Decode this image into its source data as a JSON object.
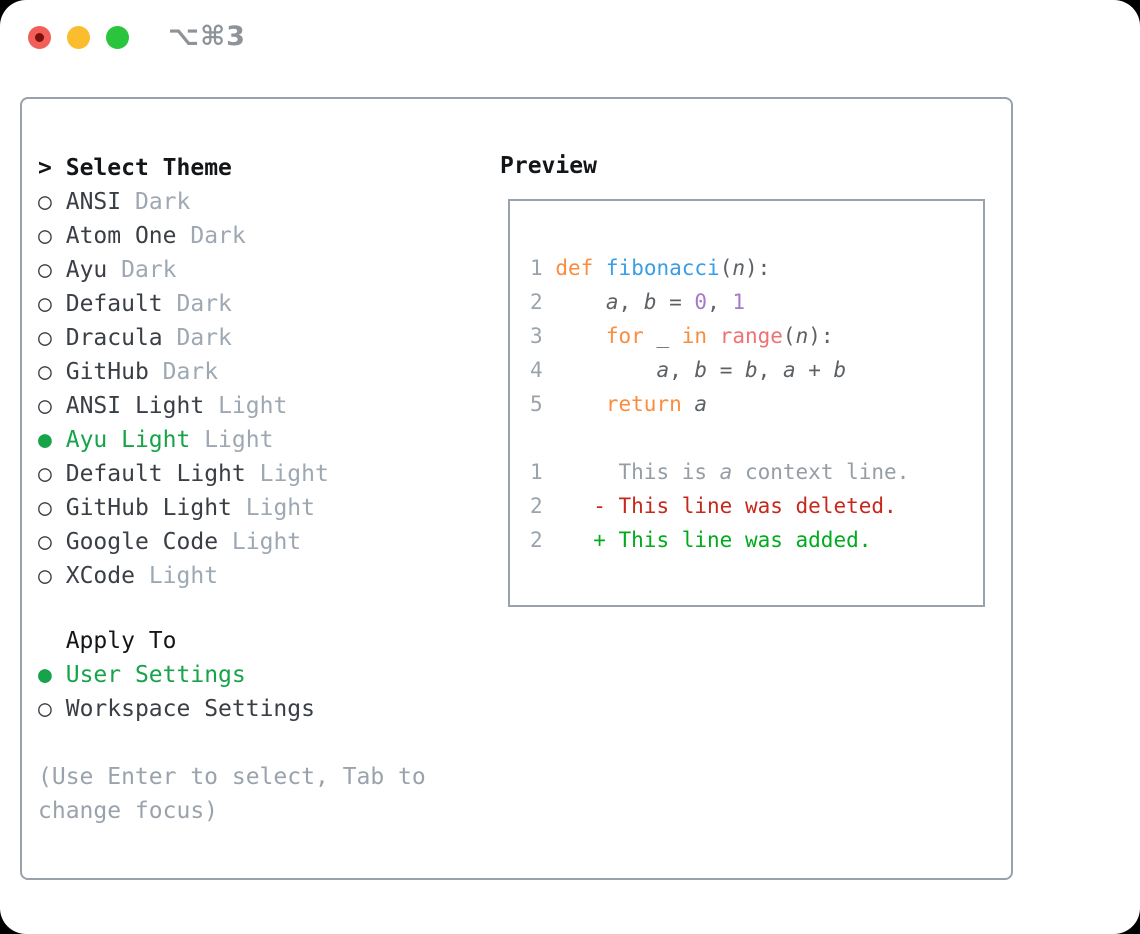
{
  "window": {
    "title": "⌥⌘3"
  },
  "titlebar": {
    "buttons": [
      "close",
      "minimize",
      "zoom"
    ]
  },
  "theme_list": {
    "prompt": ">",
    "header": "Select Theme",
    "radio_unselected_icon": "○",
    "radio_selected_icon": "●",
    "items": [
      {
        "name": "ANSI",
        "tag": "Dark",
        "selected": false
      },
      {
        "name": "Atom One",
        "tag": "Dark",
        "selected": false
      },
      {
        "name": "Ayu",
        "tag": "Dark",
        "selected": false
      },
      {
        "name": "Default",
        "tag": "Dark",
        "selected": false
      },
      {
        "name": "Dracula",
        "tag": "Dark",
        "selected": false
      },
      {
        "name": "GitHub",
        "tag": "Dark",
        "selected": false
      },
      {
        "name": "ANSI Light",
        "tag": "Light",
        "selected": false
      },
      {
        "name": "Ayu Light",
        "tag": "Light",
        "selected": true
      },
      {
        "name": "Default Light",
        "tag": "Light",
        "selected": false
      },
      {
        "name": "GitHub Light",
        "tag": "Light",
        "selected": false
      },
      {
        "name": "Google Code",
        "tag": "Light",
        "selected": false
      },
      {
        "name": "XCode",
        "tag": "Light",
        "selected": false
      }
    ]
  },
  "apply_to": {
    "header": "Apply To",
    "options": [
      {
        "name": "User Settings",
        "selected": true
      },
      {
        "name": "Workspace Settings",
        "selected": false
      }
    ]
  },
  "hint": {
    "line1": "(Use Enter to select, Tab to",
    "line2": "change focus)"
  },
  "preview": {
    "header": "Preview",
    "code_lines": [
      {
        "num": "1",
        "tokens": [
          {
            "t": " "
          },
          {
            "t": "def",
            "c": "keyword"
          },
          {
            "t": " "
          },
          {
            "t": "fibonacci",
            "c": "function"
          },
          {
            "t": "("
          },
          {
            "t": "n",
            "i": true
          },
          {
            "t": "):"
          }
        ]
      },
      {
        "num": "2",
        "tokens": [
          {
            "t": "     "
          },
          {
            "t": "a",
            "i": true
          },
          {
            "t": ", "
          },
          {
            "t": "b",
            "i": true
          },
          {
            "t": " = "
          },
          {
            "t": "0",
            "c": "number"
          },
          {
            "t": ", "
          },
          {
            "t": "1",
            "c": "number"
          }
        ]
      },
      {
        "num": "3",
        "tokens": [
          {
            "t": "     "
          },
          {
            "t": "for",
            "c": "keyword"
          },
          {
            "t": " _ "
          },
          {
            "t": "in",
            "c": "keyword"
          },
          {
            "t": " "
          },
          {
            "t": "range",
            "c": "builtin"
          },
          {
            "t": "("
          },
          {
            "t": "n",
            "i": true
          },
          {
            "t": "):"
          }
        ]
      },
      {
        "num": "4",
        "tokens": [
          {
            "t": "         "
          },
          {
            "t": "a",
            "i": true
          },
          {
            "t": ", "
          },
          {
            "t": "b",
            "i": true
          },
          {
            "t": " = "
          },
          {
            "t": "b",
            "i": true
          },
          {
            "t": ", "
          },
          {
            "t": "a",
            "i": true
          },
          {
            "t": " + "
          },
          {
            "t": "b",
            "i": true
          }
        ]
      },
      {
        "num": "5",
        "tokens": [
          {
            "t": "     "
          },
          {
            "t": "return",
            "c": "keyword"
          },
          {
            "t": " "
          },
          {
            "t": "a",
            "i": true
          }
        ]
      },
      {
        "num": "",
        "tokens": []
      },
      {
        "num": "1",
        "tokens": [
          {
            "t": "      This is ",
            "c": "context"
          },
          {
            "t": "a",
            "c": "context",
            "i": true
          },
          {
            "t": " context line.",
            "c": "context"
          }
        ]
      },
      {
        "num": "2",
        "tokens": [
          {
            "t": "    "
          },
          {
            "t": "- This line was deleted.",
            "c": "deleted"
          }
        ]
      },
      {
        "num": "2",
        "tokens": [
          {
            "t": "    "
          },
          {
            "t": "+ This line was added.",
            "c": "added"
          }
        ]
      }
    ]
  },
  "colors": {
    "selection_green": "#16a34a",
    "added": "#00ab1d",
    "deleted": "#c6281c",
    "keyword": "#fa8d3e",
    "function": "#399ee6",
    "builtin": "#f07171",
    "number": "#a37acc",
    "code_text": "#5c6166",
    "line_number": "#9aa3ab",
    "context": "#959da5",
    "list_text": "#3a3f46",
    "tag_gray": "#9ea8b3",
    "header_text": "#131619",
    "hint_gray": "#9aa3ad",
    "border_gray": "#99a1ac",
    "window_title": "#8e939a",
    "traffic_red": "#f25f58",
    "traffic_red_dot": "#7c100a",
    "traffic_yellow": "#f9bd2e",
    "traffic_green": "#2bc53d"
  }
}
